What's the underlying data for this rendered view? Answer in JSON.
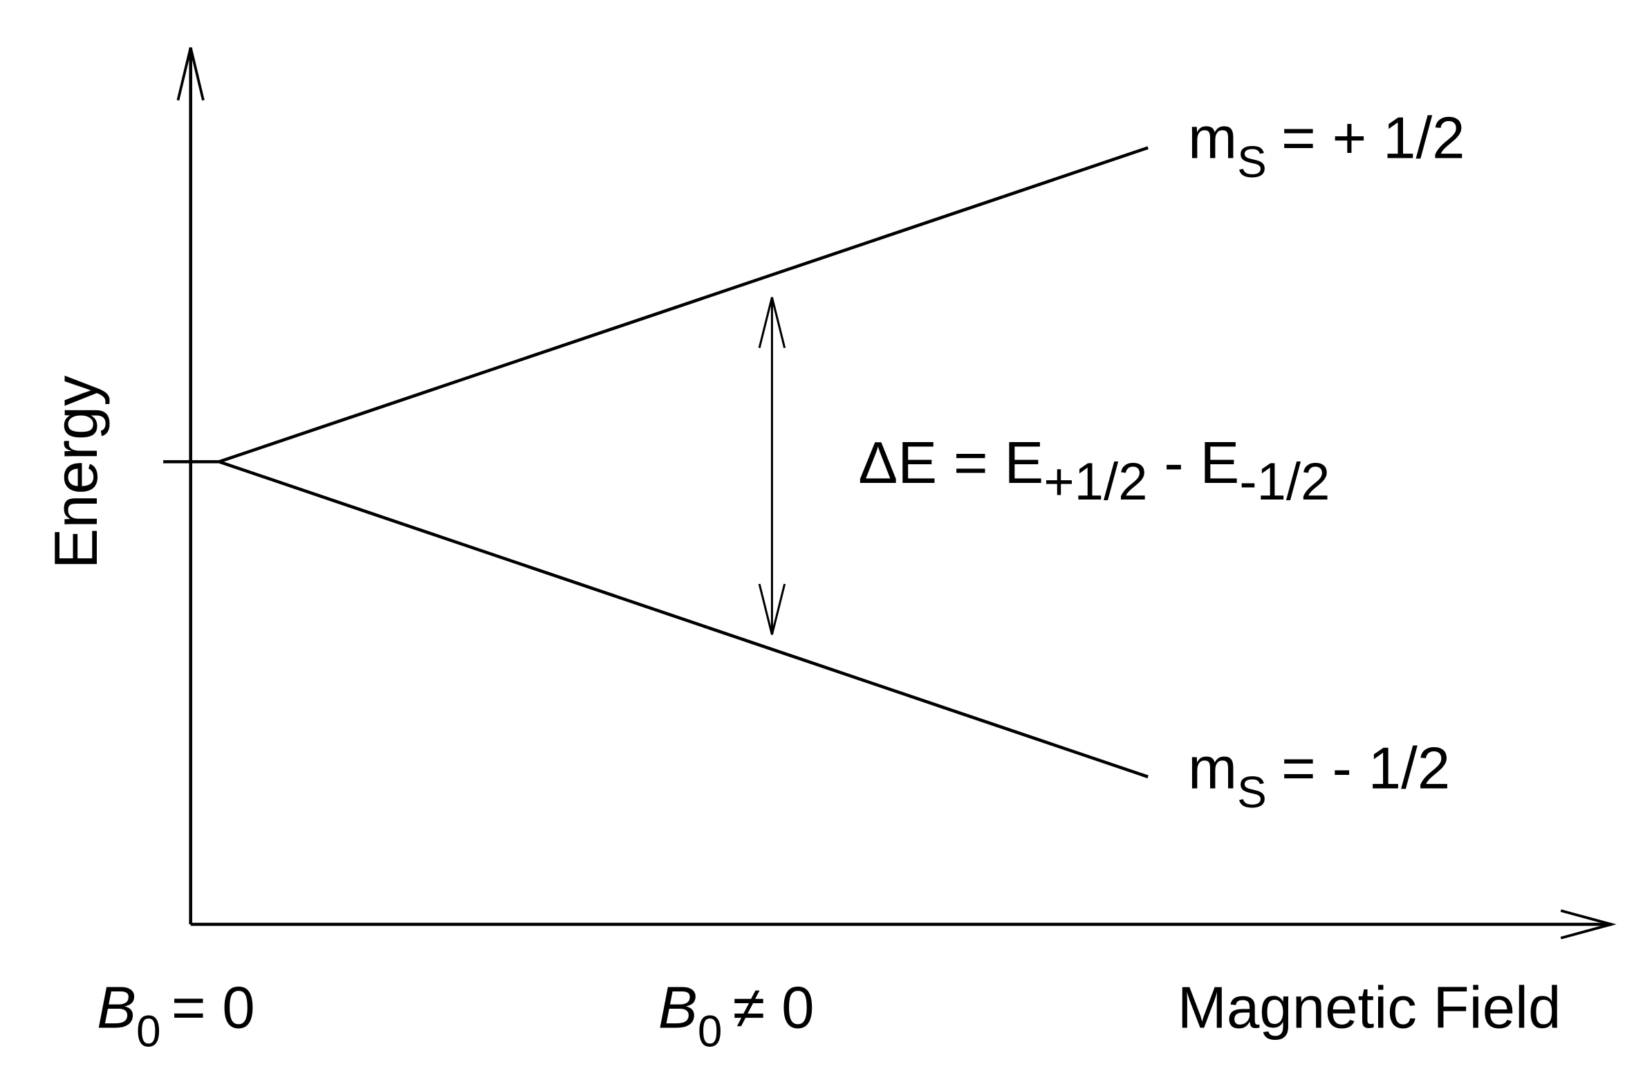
{
  "diagram": {
    "y_axis_label": "Energy",
    "x_axis_label": "Magnetic Field",
    "x_ticks": [
      {
        "symbol": "B",
        "sub": "0",
        "rel": "= 0"
      },
      {
        "symbol": "B",
        "sub": "0",
        "rel": "≠ 0"
      }
    ],
    "levels": [
      {
        "label_main": "m",
        "label_sub": "S",
        "label_value": "= + 1/2"
      },
      {
        "label_main": "m",
        "label_sub": "S",
        "label_value": "= - 1/2"
      }
    ],
    "delta_e": {
      "prefix": "ΔE = E",
      "sub1": "+1/2",
      "mid": " - E",
      "sub2": "-1/2"
    },
    "line_color": "#000000"
  }
}
